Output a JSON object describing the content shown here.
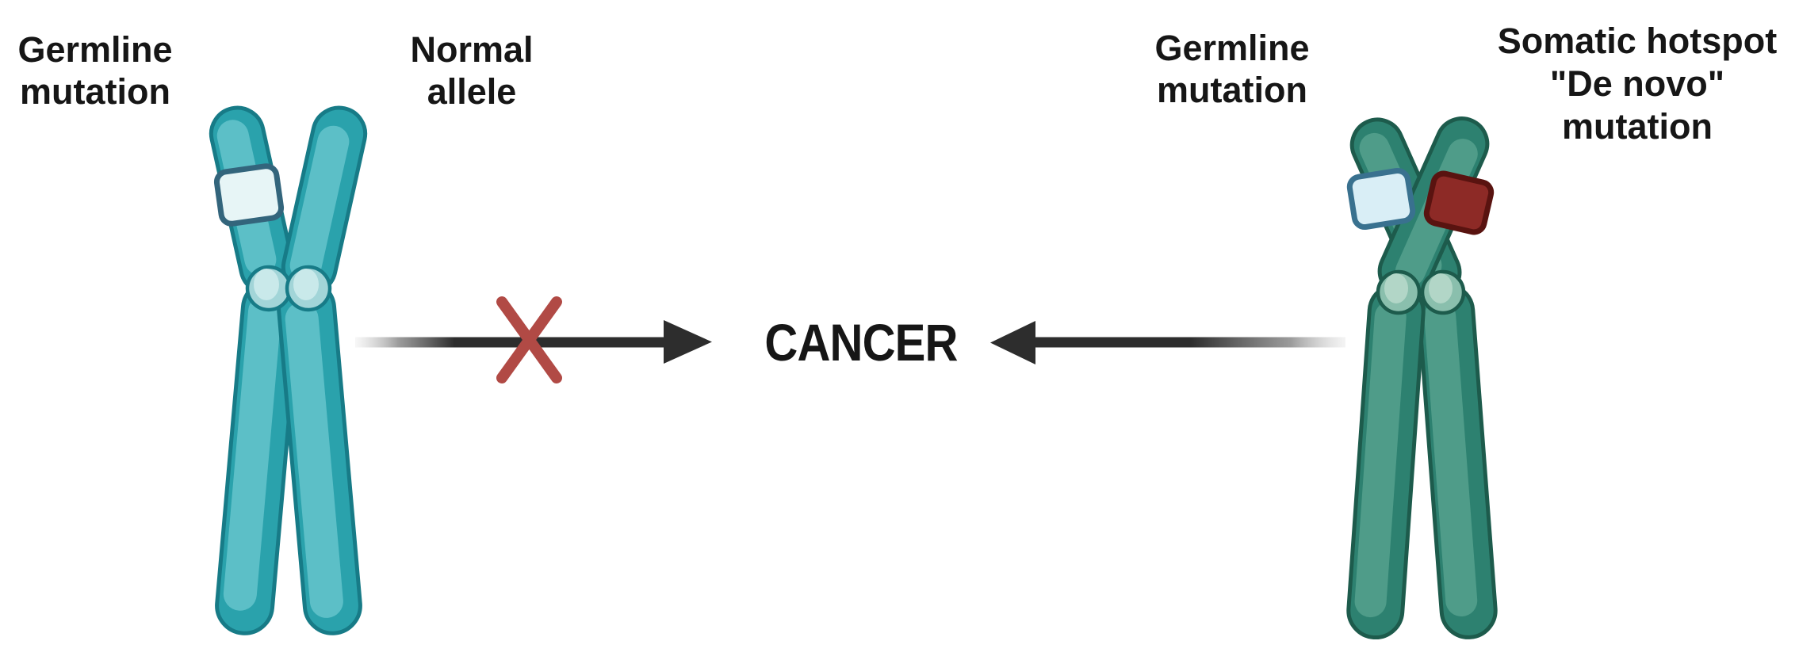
{
  "diagram": {
    "left_panel": {
      "germline_label": [
        "Germline",
        "mutation"
      ],
      "allele_label": [
        "Normal",
        "allele"
      ]
    },
    "center": {
      "cancer_label": "CANCER"
    },
    "right_panel": {
      "germline_label": [
        "Germline",
        "mutation"
      ],
      "somatic_label": [
        "Somatic hotspot",
        "\"De novo\"",
        "mutation"
      ]
    },
    "icons": [
      "chromosome-normal-icon",
      "chromosome-somatic-icon",
      "germline-mutation-box-icon",
      "normal-allele-arm-icon",
      "somatic-hotspot-box-icon",
      "blocked-arrow-icon",
      "arrow-icon",
      "x-mark-icon"
    ]
  },
  "colors": {
    "bg": "#ffffff",
    "text": "#161616",
    "left_body": "#2aa2ac",
    "left_outline": "#177b87",
    "left_highlight": "#5cbfc7",
    "left_centromere": "#a2d5d8",
    "left_centromere_inner": "#c9e9ea",
    "right_body": "#2d8170",
    "right_outline": "#1d5b4c",
    "right_highlight": "#4f9c89",
    "right_centromere": "#8abfad",
    "right_centromere_inner": "#b2d6c7",
    "box_white_fill": "#e7f5f6",
    "box_white_stroke": "#33657c",
    "box_blue_fill": "#d9eef6",
    "box_blue_stroke": "#39718f",
    "box_red_fill": "#8d2a26",
    "box_red_stroke": "#591310",
    "arrow": "#2d2d2d",
    "xmark": "#b14a45"
  }
}
